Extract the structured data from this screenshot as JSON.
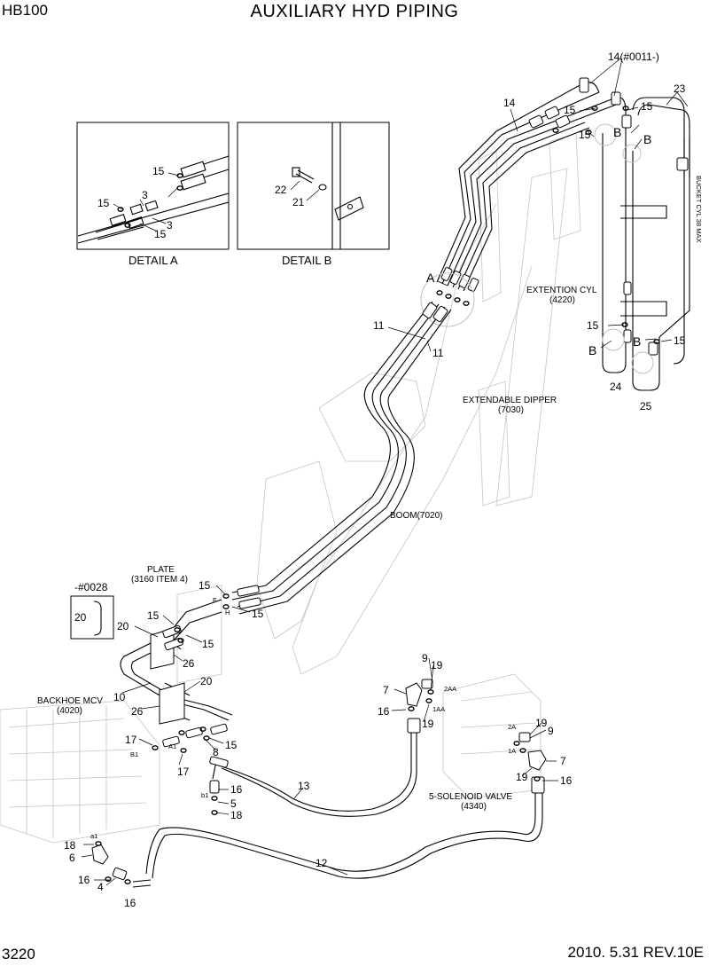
{
  "header": {
    "model": "HB100",
    "title": "AUXILIARY HYD PIPING"
  },
  "footer": {
    "page": "3220",
    "revision": "2010. 5.31  REV.10E"
  },
  "details": {
    "a": "DETAIL A",
    "b": "DETAIL B"
  },
  "components": {
    "extension_cyl": [
      "EXTENTION CYL",
      "(4220)"
    ],
    "extendable_dipper": [
      "EXTENDABLE DIPPER",
      "(7030)"
    ],
    "boom": "BOOM(7020)",
    "plate": [
      "PLATE",
      "(3160 ITEM 4)"
    ],
    "backhoe_mcv": [
      "BACKHOE MCV",
      "(4020)"
    ],
    "solenoid_valve": [
      "5-SOLENOID VALVE",
      "(4340)"
    ],
    "serial_note": "-#0028",
    "bucket_note": "BUCKET CYL 38 MAX"
  },
  "ports": [
    "F",
    "H",
    "A1",
    "B1",
    "b1",
    "a1",
    "2AA",
    "1AA",
    "2A",
    "1A"
  ],
  "callouts": [
    "14(#0011-)",
    "14",
    "15",
    "23",
    "15",
    "B",
    "15",
    "B",
    "15",
    "3",
    "15",
    "3",
    "15",
    "22",
    "21",
    "A",
    "15",
    "B",
    "24",
    "B",
    "15",
    "25",
    "11",
    "11",
    "15",
    "15",
    "20",
    "15",
    "20",
    "15",
    "26",
    "10",
    "20",
    "26",
    "17",
    "8",
    "15",
    "17",
    "16",
    "5",
    "18",
    "9",
    "19",
    "7",
    "16",
    "19",
    "19",
    "9",
    "7",
    "19",
    "16",
    "13",
    "12",
    "18",
    "6",
    "16",
    "4",
    "16"
  ]
}
